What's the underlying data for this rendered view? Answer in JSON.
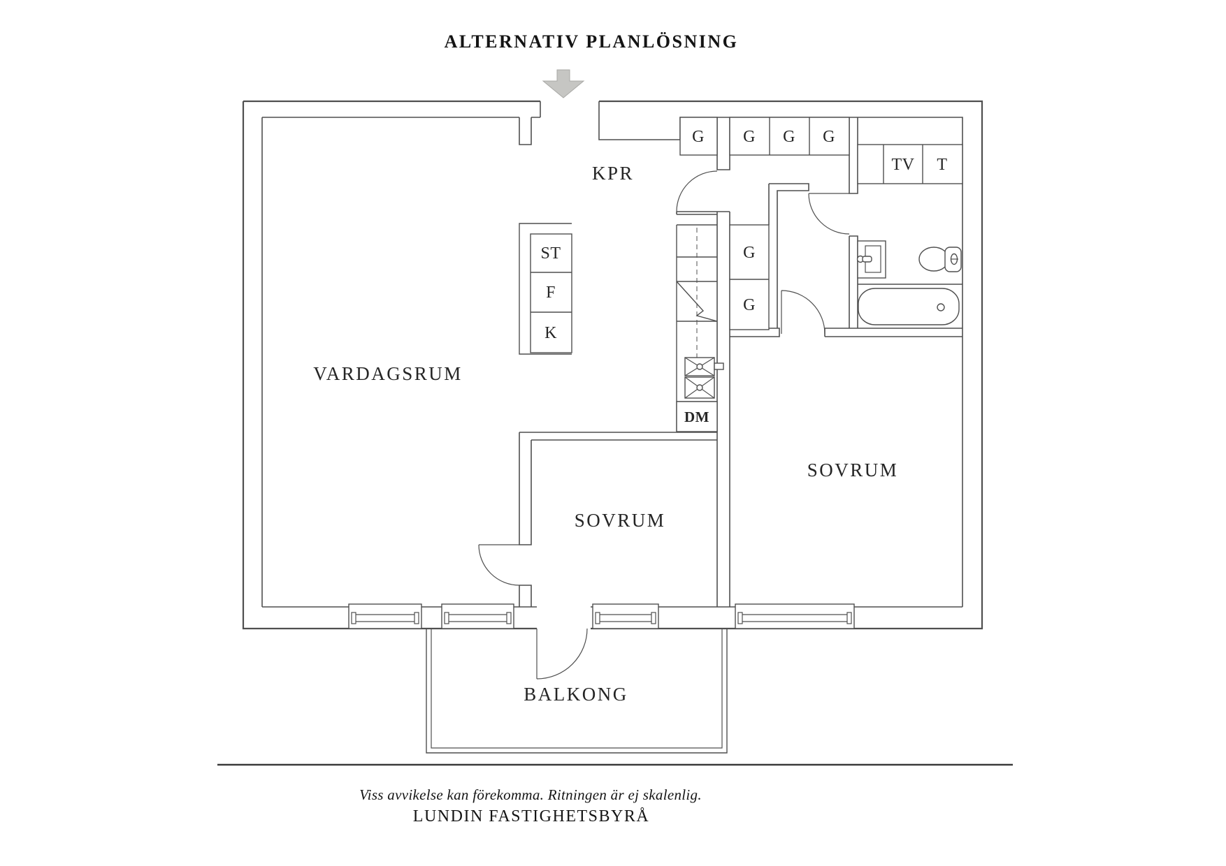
{
  "title": "ALTERNATIV PLANLÖSNING",
  "arrow_icon": "down-arrow",
  "rooms": {
    "vardagsrum": "VARDAGSRUM",
    "kpr": "KPR",
    "sovrum_small": "SOVRUM",
    "sovrum_large": "SOVRUM",
    "balkong": "BALKONG"
  },
  "cabinets": {
    "g": "G",
    "tv": "TV",
    "t": "T",
    "st": "ST",
    "f": "F",
    "k": "K",
    "dm": "DM"
  },
  "footer": {
    "disclaimer": "Viss avvikelse kan förekomma. Ritningen är ej skalenlig.",
    "agency": "LUNDIN FASTIGHETSBYRÅ"
  },
  "colors": {
    "wall_line": "#4f4f4f",
    "text": "#252525",
    "arrow_fill": "#c6c6c3",
    "arrow_stroke": "#a8a8a5",
    "separator": "#3a3a3a",
    "background": "#ffffff"
  }
}
